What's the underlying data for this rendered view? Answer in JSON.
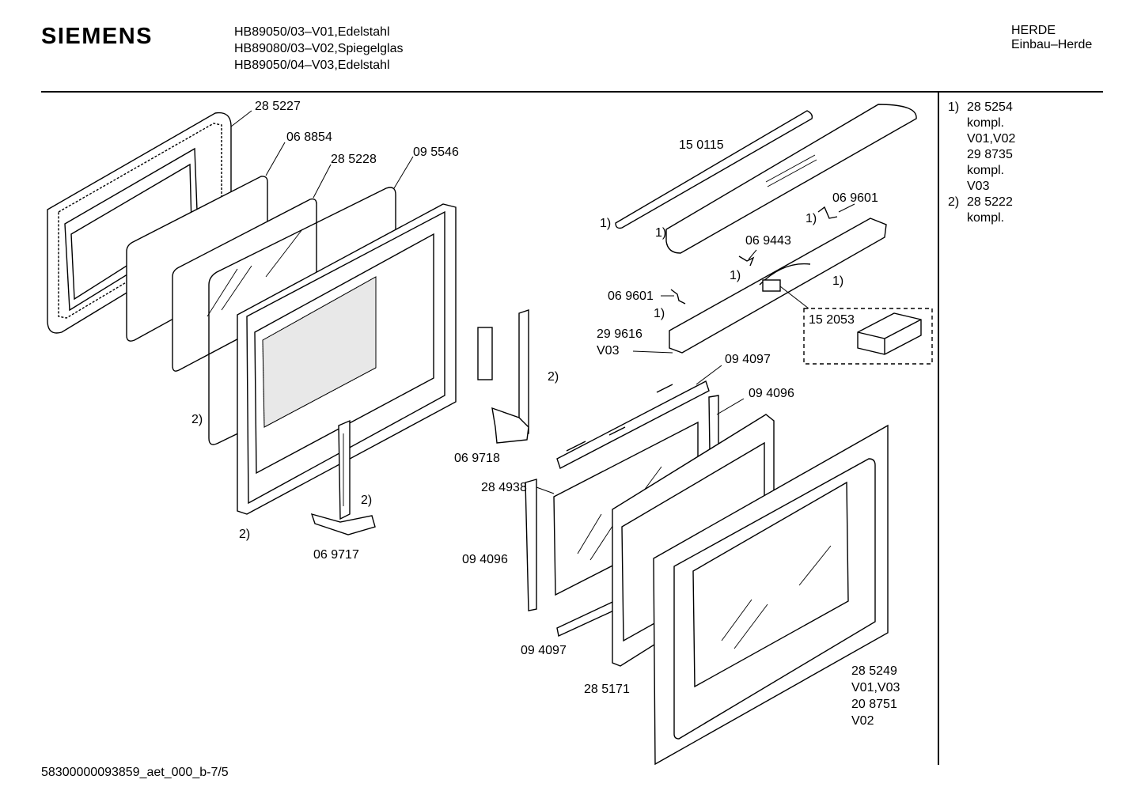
{
  "header": {
    "brand": "SIEMENS",
    "models": [
      "HB89050/03–V01,Edelstahl",
      "HB89080/03–V02,Spiegelglas",
      "HB89050/04–V03,Edelstahl"
    ],
    "category": [
      "HERDE",
      "Einbau–Herde"
    ]
  },
  "notes": [
    {
      "num": "1)",
      "lines": [
        "28 5254",
        "kompl.",
        "V01,V02",
        "29 8735",
        "kompl.",
        "V03"
      ]
    },
    {
      "num": "2)",
      "lines": [
        "28 5222",
        "kompl."
      ]
    }
  ],
  "labels": {
    "p285227": "28 5227",
    "p068854": "06 8854",
    "p285228": "28 5228",
    "p095546": "09 5546",
    "p150115": "15 0115",
    "p069601a": "06 9601",
    "p069443": "06 9443",
    "p069601b": "06 9601",
    "p299616": "29 9616",
    "p299616v": "V03",
    "p152053": "15 2053",
    "p094097a": "09 4097",
    "p094096a": "09 4096",
    "p069718": "06 9718",
    "p284938": "28 4938",
    "p094096b": "09 4096",
    "p094097b": "09 4097",
    "p069717": "06 9717",
    "p285171": "28 5171",
    "p285249": "28 5249",
    "p285249a": "V01,V03",
    "p285249b": "20 8751",
    "p285249c": "V02",
    "m1a": "1)",
    "m1b": "1)",
    "m1c": "1)",
    "m1d": "1)",
    "m1e": "1)",
    "m1f": "1)",
    "m2a": "2)",
    "m2b": "2)",
    "m2c": "2)",
    "m2d": "2)"
  },
  "footer": "58300000093859_aet_000_b-7/5"
}
